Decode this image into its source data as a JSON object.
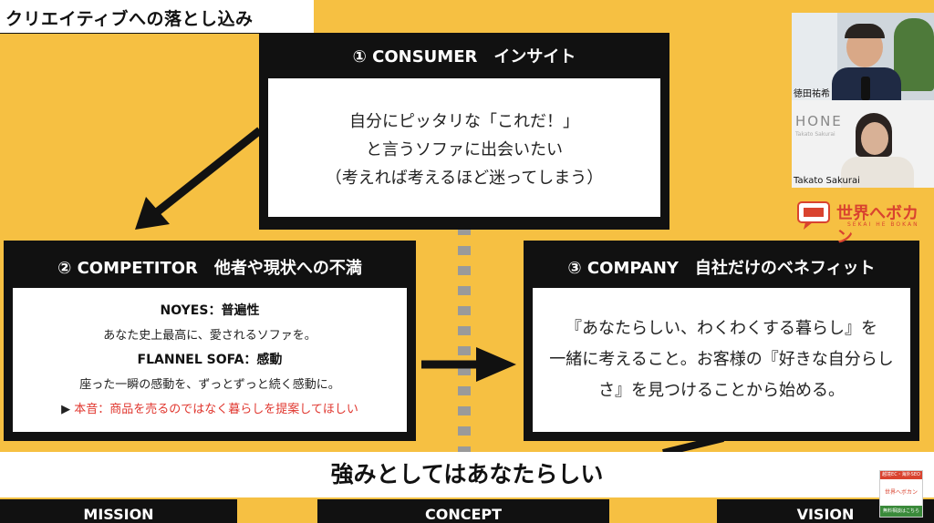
{
  "corner_tag": "クリエイティブへの落とし込み",
  "consumer": {
    "title": "① CONSUMER　インサイト",
    "lines": [
      "自分にピッタリな「これだ！」",
      "と言うソファに出会いたい",
      "（考えれば考えるほど迷ってしまう）"
    ]
  },
  "competitor": {
    "title": "② COMPETITOR　他者や現状への不満",
    "noyes_head": "NOYES：普遍性",
    "noyes_text": "あなた史上最高に、愛されるソファを。",
    "flannel_head": "FLANNEL SOFA：感動",
    "flannel_text": "座った一瞬の感動を、ずっとずっと続く感動に。",
    "honne_marker": "▶",
    "honne": "本音：商品を売るのではなく暮らしを提案してほしい"
  },
  "company": {
    "title": "③ COMPANY　自社だけのベネフィット",
    "lines": [
      "『あなたらしい、わくわくする暮らし』を",
      "一緒に考えること。お客様の『好きな自分らし",
      "さ』を見つけることから始める。"
    ]
  },
  "subtitle": "強みとしてはあなたらしい",
  "bottom_tabs": [
    "MISSION",
    "CONCEPT",
    "VISION"
  ],
  "video": {
    "person1_name": "徳田祐希",
    "person2_name": "Takato Sakurai",
    "hone_logo": "HONE",
    "hone_sub": "Takato Sakurai"
  },
  "brand": {
    "name": "世界へボカン",
    "romaji": "SEKAI HE BOKAN"
  },
  "badge": {
    "top": "越境EC・海外SEO",
    "mid": "世界へボカン",
    "bottom": "無料相談はこちら"
  },
  "colors": {
    "background": "#F6C042",
    "panel": "#111111",
    "accent_red": "#e0362e"
  }
}
